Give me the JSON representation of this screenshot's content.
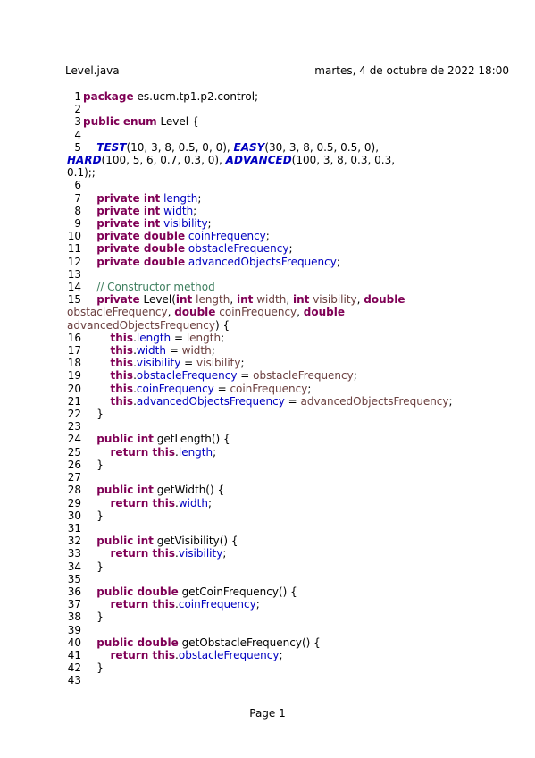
{
  "header": {
    "filename": "Level.java",
    "datetime": "martes, 4 de octubre de 2022 18:00"
  },
  "code_lines": [
    {
      "n": "1",
      "segs": [
        [
          "kw",
          "package"
        ],
        [
          "",
          "es.ucm.tp1.p2.control;"
        ]
      ]
    },
    {
      "n": "2",
      "segs": []
    },
    {
      "n": "3",
      "segs": [
        [
          "kw",
          "public"
        ],
        [
          "",
          ""
        ],
        [
          "kw",
          "enum"
        ],
        [
          "",
          ""
        ],
        [
          "",
          "Level {"
        ]
      ]
    },
    {
      "n": "4",
      "segs": []
    },
    {
      "n": "5",
      "segs": [
        [
          "",
          "    "
        ],
        [
          "enm",
          "TEST"
        ],
        [
          "",
          "(10, 3, 8, 0.5, 0, 0), "
        ],
        [
          "enm",
          "EASY"
        ],
        [
          "",
          "(30, 3, 8, 0.5, 0.5, 0),"
        ]
      ],
      "cont": [
        [
          [
            "enm",
            "HARD"
          ],
          [
            "",
            "(100, 5, 6, 0.7, 0.3, 0), "
          ],
          [
            "enm",
            "ADVANCED"
          ],
          [
            "",
            "(100, 3, 8, 0.3, 0.3,"
          ]
        ],
        [
          [
            "",
            "0.1);;"
          ]
        ]
      ]
    },
    {
      "n": "6",
      "segs": []
    },
    {
      "n": "7",
      "segs": [
        [
          "",
          "    "
        ],
        [
          "kw",
          "private int"
        ],
        [
          "",
          ""
        ],
        [
          "fld",
          "length"
        ],
        [
          "",
          ";"
        ]
      ]
    },
    {
      "n": "8",
      "segs": [
        [
          "",
          "    "
        ],
        [
          "kw",
          "private int"
        ],
        [
          "",
          ""
        ],
        [
          "fld",
          "width"
        ],
        [
          "",
          ";"
        ]
      ]
    },
    {
      "n": "9",
      "segs": [
        [
          "",
          "    "
        ],
        [
          "kw",
          "private int"
        ],
        [
          "",
          ""
        ],
        [
          "fld",
          "visibility"
        ],
        [
          "",
          ";"
        ]
      ]
    },
    {
      "n": "10",
      "segs": [
        [
          "",
          "    "
        ],
        [
          "kw",
          "private double"
        ],
        [
          "",
          ""
        ],
        [
          "fld",
          "coinFrequency"
        ],
        [
          "",
          ";"
        ]
      ]
    },
    {
      "n": "11",
      "segs": [
        [
          "",
          "    "
        ],
        [
          "kw",
          "private double"
        ],
        [
          "",
          ""
        ],
        [
          "fld",
          "obstacleFrequency"
        ],
        [
          "",
          ";"
        ]
      ]
    },
    {
      "n": "12",
      "segs": [
        [
          "",
          "    "
        ],
        [
          "kw",
          "private double"
        ],
        [
          "",
          ""
        ],
        [
          "fld",
          "advancedObjectsFrequency"
        ],
        [
          "",
          ";"
        ]
      ]
    },
    {
      "n": "13",
      "segs": []
    },
    {
      "n": "14",
      "segs": [
        [
          "",
          "    "
        ],
        [
          "cmt",
          "// Constructor method"
        ]
      ]
    },
    {
      "n": "15",
      "segs": [
        [
          "",
          "    "
        ],
        [
          "kw",
          "private"
        ],
        [
          "",
          "Level("
        ],
        [
          "kw",
          "int"
        ],
        [
          "",
          ""
        ],
        [
          "par",
          "length"
        ],
        [
          "",
          ", "
        ],
        [
          "kw",
          "int"
        ],
        [
          "",
          ""
        ],
        [
          "par",
          "width"
        ],
        [
          "",
          ", "
        ],
        [
          "kw",
          "int"
        ],
        [
          "",
          ""
        ],
        [
          "par",
          "visibility"
        ],
        [
          "",
          ", "
        ],
        [
          "kw",
          "double"
        ]
      ],
      "cont": [
        [
          [
            "par",
            "obstacleFrequency"
          ],
          [
            "",
            ", "
          ],
          [
            "kw",
            "double"
          ],
          [
            "",
            ""
          ],
          [
            "par",
            "coinFrequency"
          ],
          [
            "",
            ", "
          ],
          [
            "kw",
            "double"
          ]
        ],
        [
          [
            "par",
            "advancedObjectsFrequency"
          ],
          [
            "",
            ") {"
          ]
        ]
      ]
    },
    {
      "n": "16",
      "segs": [
        [
          "",
          "        "
        ],
        [
          "kw",
          "this"
        ],
        [
          "",
          "."
        ],
        [
          "fld",
          "length"
        ],
        [
          "",
          " = "
        ],
        [
          "par",
          "length"
        ],
        [
          "",
          ";"
        ]
      ]
    },
    {
      "n": "17",
      "segs": [
        [
          "",
          "        "
        ],
        [
          "kw",
          "this"
        ],
        [
          "",
          "."
        ],
        [
          "fld",
          "width"
        ],
        [
          "",
          " = "
        ],
        [
          "par",
          "width"
        ],
        [
          "",
          ";"
        ]
      ]
    },
    {
      "n": "18",
      "segs": [
        [
          "",
          "        "
        ],
        [
          "kw",
          "this"
        ],
        [
          "",
          "."
        ],
        [
          "fld",
          "visibility"
        ],
        [
          "",
          " = "
        ],
        [
          "par",
          "visibility"
        ],
        [
          "",
          ";"
        ]
      ]
    },
    {
      "n": "19",
      "segs": [
        [
          "",
          "        "
        ],
        [
          "kw",
          "this"
        ],
        [
          "",
          "."
        ],
        [
          "fld",
          "obstacleFrequency"
        ],
        [
          "",
          " = "
        ],
        [
          "par",
          "obstacleFrequency"
        ],
        [
          "",
          ";"
        ]
      ]
    },
    {
      "n": "20",
      "segs": [
        [
          "",
          "        "
        ],
        [
          "kw",
          "this"
        ],
        [
          "",
          "."
        ],
        [
          "fld",
          "coinFrequency"
        ],
        [
          "",
          " = "
        ],
        [
          "par",
          "coinFrequency"
        ],
        [
          "",
          ";"
        ]
      ]
    },
    {
      "n": "21",
      "segs": [
        [
          "",
          "        "
        ],
        [
          "kw",
          "this"
        ],
        [
          "",
          "."
        ],
        [
          "fld",
          "advancedObjectsFrequency"
        ],
        [
          "",
          " = "
        ],
        [
          "par",
          "advancedObjectsFrequency"
        ],
        [
          "",
          ";"
        ]
      ]
    },
    {
      "n": "22",
      "segs": [
        [
          "",
          "    }"
        ]
      ]
    },
    {
      "n": "23",
      "segs": []
    },
    {
      "n": "24",
      "segs": [
        [
          "",
          "    "
        ],
        [
          "kw",
          "public int"
        ],
        [
          "",
          "getLength() {"
        ]
      ]
    },
    {
      "n": "25",
      "segs": [
        [
          "",
          "        "
        ],
        [
          "kw",
          "return this"
        ],
        [
          "",
          "."
        ],
        [
          "fld",
          "length"
        ],
        [
          "",
          ";"
        ]
      ]
    },
    {
      "n": "26",
      "segs": [
        [
          "",
          "    }"
        ]
      ]
    },
    {
      "n": "27",
      "segs": []
    },
    {
      "n": "28",
      "segs": [
        [
          "",
          "    "
        ],
        [
          "kw",
          "public int"
        ],
        [
          "",
          "getWidth() {"
        ]
      ]
    },
    {
      "n": "29",
      "segs": [
        [
          "",
          "        "
        ],
        [
          "kw",
          "return this"
        ],
        [
          "",
          "."
        ],
        [
          "fld",
          "width"
        ],
        [
          "",
          ";"
        ]
      ]
    },
    {
      "n": "30",
      "segs": [
        [
          "",
          "    }"
        ]
      ]
    },
    {
      "n": "31",
      "segs": []
    },
    {
      "n": "32",
      "segs": [
        [
          "",
          "    "
        ],
        [
          "kw",
          "public int"
        ],
        [
          "",
          "getVisibility() {"
        ]
      ]
    },
    {
      "n": "33",
      "segs": [
        [
          "",
          "        "
        ],
        [
          "kw",
          "return this"
        ],
        [
          "",
          "."
        ],
        [
          "fld",
          "visibility"
        ],
        [
          "",
          ";"
        ]
      ]
    },
    {
      "n": "34",
      "segs": [
        [
          "",
          "    }"
        ]
      ]
    },
    {
      "n": "35",
      "segs": []
    },
    {
      "n": "36",
      "segs": [
        [
          "",
          "    "
        ],
        [
          "kw",
          "public double"
        ],
        [
          "",
          "getCoinFrequency() {"
        ]
      ]
    },
    {
      "n": "37",
      "segs": [
        [
          "",
          "        "
        ],
        [
          "kw",
          "return this"
        ],
        [
          "",
          "."
        ],
        [
          "fld",
          "coinFrequency"
        ],
        [
          "",
          ";"
        ]
      ]
    },
    {
      "n": "38",
      "segs": [
        [
          "",
          "    }"
        ]
      ]
    },
    {
      "n": "39",
      "segs": []
    },
    {
      "n": "40",
      "segs": [
        [
          "",
          "    "
        ],
        [
          "kw",
          "public double"
        ],
        [
          "",
          "getObstacleFrequency() {"
        ]
      ]
    },
    {
      "n": "41",
      "segs": [
        [
          "",
          "        "
        ],
        [
          "kw",
          "return this"
        ],
        [
          "",
          "."
        ],
        [
          "fld",
          "obstacleFrequency"
        ],
        [
          "",
          ";"
        ]
      ]
    },
    {
      "n": "42",
      "segs": [
        [
          "",
          "    }"
        ]
      ]
    },
    {
      "n": "43",
      "segs": []
    }
  ],
  "footer": {
    "page_label": "Page 1"
  }
}
